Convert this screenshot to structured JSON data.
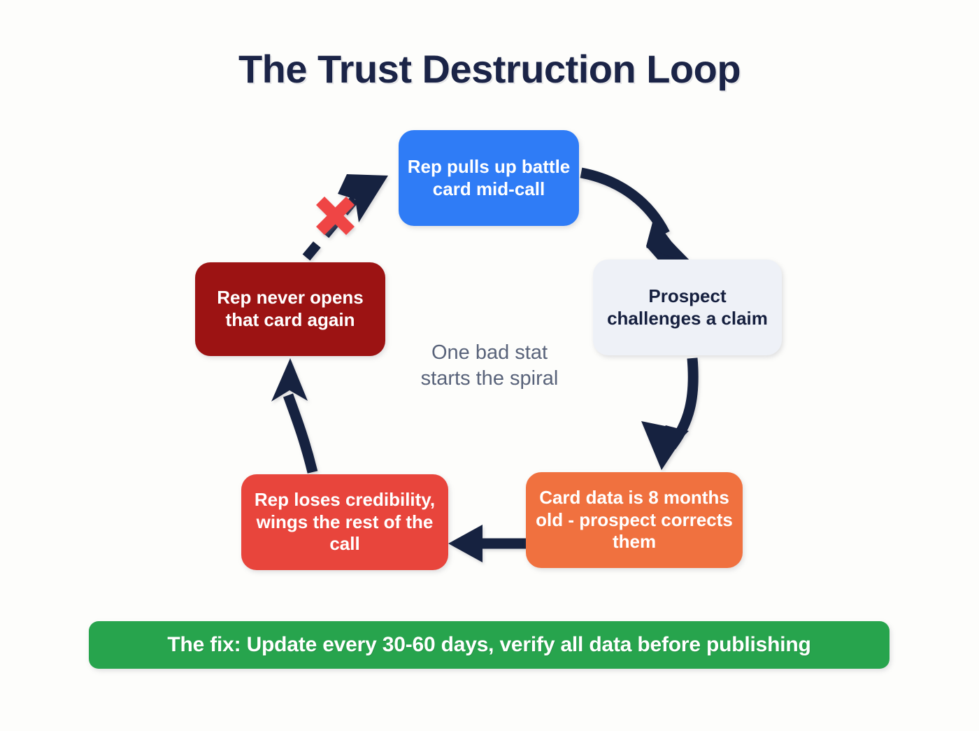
{
  "page": {
    "title": "The Trust Destruction Loop",
    "background_color": "#fdfdfb",
    "title_color": "#1b2447"
  },
  "diagram": {
    "type": "cycle-flowchart",
    "center_caption": "One bad stat\nstarts the spiral",
    "center_caption_line1": "One bad stat",
    "center_caption_line2": "starts the spiral",
    "center_caption_color": "#59637a",
    "nodes": [
      {
        "id": "battle-card",
        "label": "Rep pulls up battle card mid-call",
        "line1": "Rep pulls up",
        "line2": "battle card",
        "line3": "mid-call",
        "color": "#2f7cf6",
        "text_color": "#ffffff",
        "position": "top"
      },
      {
        "id": "prospect-challenges",
        "label": "Prospect challenges a claim",
        "line1": "Prospect",
        "line2": "challenges a",
        "line3": "claim",
        "color": "#eef1f7",
        "text_color": "#16203f",
        "position": "right"
      },
      {
        "id": "card-data-old",
        "label": "Card data is 8 months old - prospect corrects them",
        "line1": "Card data is 8",
        "line2": "months old - pros-",
        "line3": "pect corrects them",
        "color": "#f0713f",
        "text_color": "#ffffff",
        "position": "bottom-right"
      },
      {
        "id": "rep-loses-credibility",
        "label": "Rep loses credibility, wings the rest of the call",
        "line1": "Rep loses",
        "line2": "credibility, wings",
        "line3": "the rest of the call",
        "color": "#e8453c",
        "text_color": "#ffffff",
        "position": "bottom-left"
      },
      {
        "id": "never-opens",
        "label": "Rep never opens that card again",
        "line1": "Rep never opens",
        "line2": "that card again",
        "color": "#9c1313",
        "text_color": "#ffffff",
        "position": "left"
      }
    ],
    "arrows": [
      {
        "id": "battle-card-to-prospect",
        "from": "battle-card",
        "to": "prospect-challenges",
        "style": "curved-solid",
        "color": "#16203f"
      },
      {
        "id": "prospect-to-card-data",
        "from": "prospect-challenges",
        "to": "card-data-old",
        "style": "curved-solid",
        "color": "#16203f"
      },
      {
        "id": "card-data-to-rep-loses",
        "from": "card-data-old",
        "to": "rep-loses-credibility",
        "style": "straight-solid",
        "color": "#16203f"
      },
      {
        "id": "rep-loses-to-never-opens",
        "from": "rep-loses-credibility",
        "to": "never-opens",
        "style": "curved-solid",
        "color": "#16203f"
      },
      {
        "id": "never-opens-to-battle-card",
        "from": "never-opens",
        "to": "battle-card",
        "style": "dashed-blocked",
        "color": "#16203f",
        "blocked_marker": "x-mark",
        "blocked_marker_color": "#e8453c"
      }
    ]
  },
  "footer": {
    "fix_label": "The fix: Update every 30-60 days, verify all data before publishing",
    "color": "#27a44d",
    "text_color": "#ffffff"
  }
}
